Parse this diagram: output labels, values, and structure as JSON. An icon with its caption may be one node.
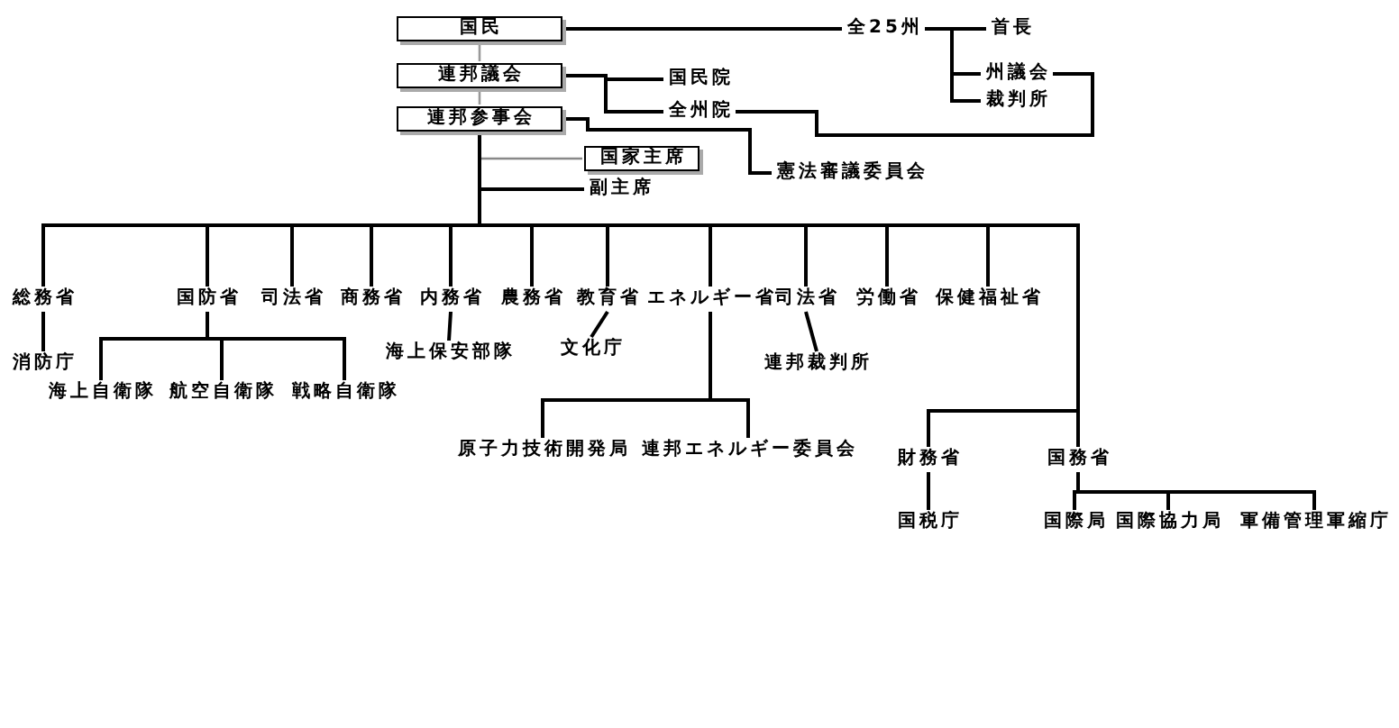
{
  "diagram": {
    "nodes": [
      {
        "text": [
          "国民"
        ]
      },
      {
        "text": [
          "連邦議会"
        ]
      },
      {
        "text": [
          "連邦参事会"
        ]
      },
      {
        "text": [
          "国家主席"
        ]
      },
      {
        "text": [
          "副主席"
        ]
      },
      {
        "text": [
          "国民院"
        ]
      },
      {
        "text": [
          "全州院"
        ]
      },
      {
        "text": [
          "全25州"
        ]
      },
      {
        "text": [
          "首長"
        ]
      },
      {
        "text": [
          "州議会"
        ]
      },
      {
        "text": [
          "裁判所"
        ]
      },
      {
        "text": [
          "憲法審議委員会"
        ]
      },
      {
        "text": [
          "総務省"
        ]
      },
      {
        "text": [
          "消防庁"
        ]
      },
      {
        "text": [
          "国防省"
        ]
      },
      {
        "text": [
          "海上自衛隊"
        ]
      },
      {
        "text": [
          "航空自衛隊"
        ]
      },
      {
        "text": [
          "戦略自衛隊"
        ]
      },
      {
        "text": [
          "司法省"
        ]
      },
      {
        "text": [
          "商務省"
        ]
      },
      {
        "text": [
          "内務省"
        ]
      },
      {
        "text": [
          "海上保安部隊"
        ]
      },
      {
        "text": [
          "農務省"
        ]
      },
      {
        "text": [
          "教育省"
        ]
      },
      {
        "text": [
          "文化庁"
        ]
      },
      {
        "text": [
          "エネルギー省"
        ]
      },
      {
        "text": [
          "原子力技術開発局"
        ]
      },
      {
        "text": [
          "連邦エネルギー委員会"
        ]
      },
      {
        "text": [
          "司法省"
        ]
      },
      {
        "text": [
          "連邦裁判所"
        ]
      },
      {
        "text": [
          "労働省"
        ]
      },
      {
        "text": [
          "保健福祉省"
        ]
      },
      {
        "text": [
          "財務省"
        ]
      },
      {
        "text": [
          "国税庁"
        ]
      },
      {
        "text": [
          "国務省"
        ]
      },
      {
        "text": [
          "国際局"
        ]
      },
      {
        "text": [
          "国際協力局"
        ]
      },
      {
        "text": [
          "軍備管理軍縮庁"
        ]
      }
    ],
    "edges": [
      {
        "from": 0,
        "to": 7,
        "arrow": "none"
      },
      {
        "from": 7,
        "to": 8,
        "arrow": "none"
      },
      {
        "from": 7,
        "to": 9,
        "arrow": "none"
      },
      {
        "from": 7,
        "to": 10,
        "arrow": "none"
      },
      {
        "from": 9,
        "to": 6,
        "arrow": "none"
      },
      {
        "from": 1,
        "to": 5,
        "arrow": "none"
      },
      {
        "from": 1,
        "to": 6,
        "arrow": "none"
      },
      {
        "from": 2,
        "to": 11,
        "arrow": "none"
      },
      {
        "from": 0,
        "to": 1,
        "arrow": "none",
        "color": "#999999"
      },
      {
        "from": 1,
        "to": 2,
        "arrow": "none",
        "color": "#999999"
      },
      {
        "from": 2,
        "to": 3,
        "arrow": "none",
        "color": "#888888"
      },
      {
        "from": 2,
        "to": 4,
        "arrow": "none"
      },
      {
        "from": 2,
        "to": 12,
        "arrow": "none"
      },
      {
        "from": 2,
        "to": 14,
        "arrow": "none"
      },
      {
        "from": 2,
        "to": 18,
        "arrow": "none"
      },
      {
        "from": 2,
        "to": 19,
        "arrow": "none"
      },
      {
        "from": 2,
        "to": 20,
        "arrow": "none"
      },
      {
        "from": 2,
        "to": 22,
        "arrow": "none"
      },
      {
        "from": 2,
        "to": 23,
        "arrow": "none"
      },
      {
        "from": 2,
        "to": 25,
        "arrow": "none"
      },
      {
        "from": 2,
        "to": 28,
        "arrow": "none"
      },
      {
        "from": 2,
        "to": 30,
        "arrow": "none"
      },
      {
        "from": 2,
        "to": 31,
        "arrow": "none"
      },
      {
        "from": 2,
        "to": 32,
        "arrow": "none"
      },
      {
        "from": 2,
        "to": 34,
        "arrow": "none"
      },
      {
        "from": 12,
        "to": 13,
        "arrow": "none"
      },
      {
        "from": 14,
        "to": 15,
        "arrow": "none"
      },
      {
        "from": 14,
        "to": 16,
        "arrow": "none"
      },
      {
        "from": 14,
        "to": 17,
        "arrow": "none"
      },
      {
        "from": 20,
        "to": 21,
        "arrow": "none"
      },
      {
        "from": 23,
        "to": 24,
        "arrow": "none"
      },
      {
        "from": 25,
        "to": 26,
        "arrow": "none"
      },
      {
        "from": 25,
        "to": 27,
        "arrow": "none"
      },
      {
        "from": 28,
        "to": 29,
        "arrow": "none"
      },
      {
        "from": 32,
        "to": 33,
        "arrow": "none"
      },
      {
        "from": 34,
        "to": 35,
        "arrow": "none"
      },
      {
        "from": 34,
        "to": 36,
        "arrow": "none"
      },
      {
        "from": 34,
        "to": 37,
        "arrow": "none"
      }
    ]
  }
}
